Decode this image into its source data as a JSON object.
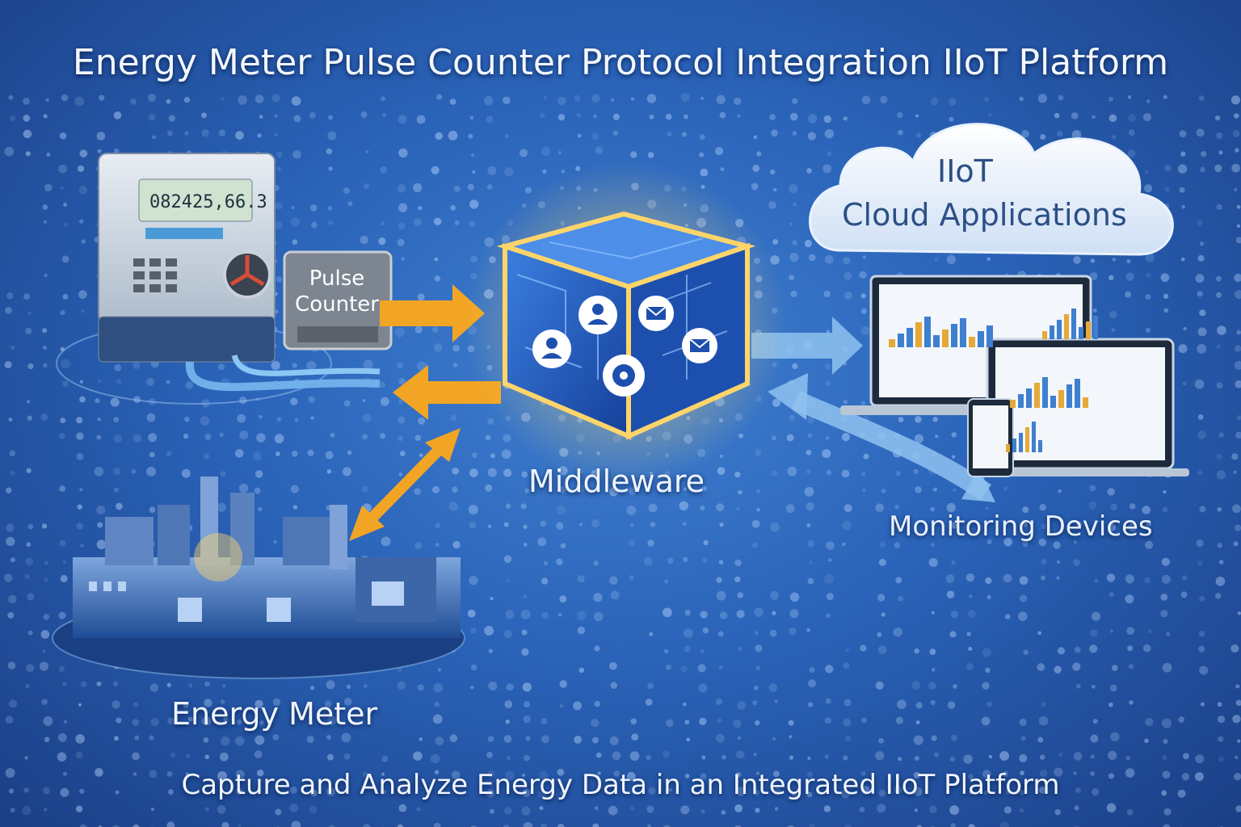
{
  "title": "Energy Meter Pulse Counter Protocol Integration IIoT Platform",
  "footer": "Capture and Analyze Energy Data in an Integrated IIoT Platform",
  "meter": {
    "readout": "082425,66.3"
  },
  "pulse_counter": {
    "line1": "Pulse",
    "line2": "Counter"
  },
  "middleware": {
    "label": "Middleware"
  },
  "energy_meter": {
    "label": "Energy Meter"
  },
  "cloud": {
    "line1": "IIoT",
    "line2": "Cloud Applications"
  },
  "monitoring": {
    "label": "Monitoring Devices"
  },
  "colors": {
    "arrow_orange": "#f2a524",
    "arrow_blue": "#8fc2f0",
    "cube_glow": "#ffc845",
    "background": "#2a63b8"
  }
}
